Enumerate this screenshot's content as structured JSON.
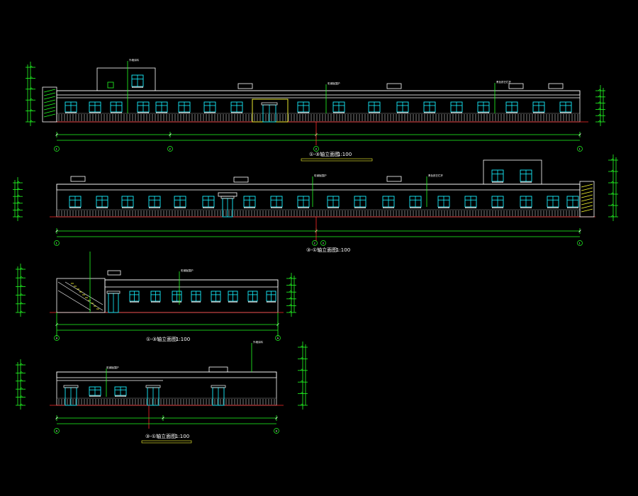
{
  "colors": {
    "background": "#000000",
    "outline": "#ffffff",
    "annotation": "#22ff22",
    "window": "#16f0ff",
    "axis": "#ff2a2a",
    "entrance": "#ffff33"
  },
  "elevations": [
    {
      "id": "elev1",
      "title": "①-③轴立面图",
      "scale": "1:100",
      "notes": [
        "彩钢板围护",
        "黑色铁艺栏杆",
        "外墙涂料"
      ],
      "axis_labels": [
        "1",
        "2",
        "3",
        "1"
      ]
    },
    {
      "id": "elev2",
      "title": "③-①轴立面图",
      "scale": "1:100",
      "notes": [
        "彩钢板围护",
        "黑色铁艺栏杆"
      ],
      "axis_labels": [
        "1",
        "2",
        "3",
        "1"
      ]
    },
    {
      "id": "elev3",
      "title": "①-③轴立面图",
      "scale": "1:100",
      "notes": [
        "彩钢板围护"
      ],
      "axis_labels": [
        "H",
        "A"
      ]
    },
    {
      "id": "elev4",
      "title": "③-①轴立面图",
      "scale": "1:100",
      "notes": [
        "彩钢板围护",
        "外墙涂料"
      ],
      "axis_labels": [
        "A",
        "H"
      ]
    }
  ]
}
